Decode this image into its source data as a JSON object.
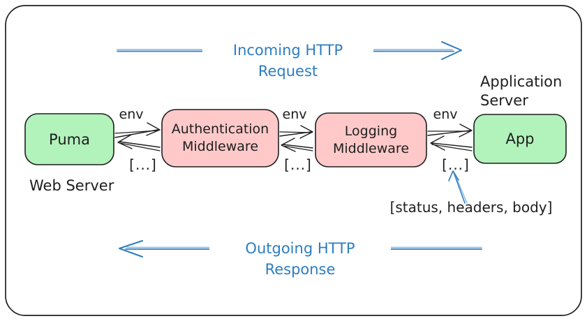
{
  "colors": {
    "stroke": "#1e1e1e",
    "green": "#b2f2bb",
    "pink": "#ffc9c9",
    "blue": "#2d7dc1",
    "blueLight": "#82b4e0"
  },
  "flow": {
    "incoming": "Incoming HTTP Request",
    "outgoing": "Outgoing HTTP Response"
  },
  "nodes": [
    {
      "id": "puma",
      "label": "Puma",
      "caption": "Web Server",
      "color": "#b2f2bb"
    },
    {
      "id": "auth-middleware",
      "label": "Authentication Middleware",
      "color": "#ffc9c9"
    },
    {
      "id": "logging-middleware",
      "label": "Logging Middleware",
      "color": "#ffc9c9"
    },
    {
      "id": "app",
      "label": "App",
      "caption": "Application Server",
      "color": "#b2f2bb"
    }
  ],
  "edges": [
    {
      "forward": "env",
      "back": "[...]"
    },
    {
      "forward": "env",
      "back": "[...]"
    },
    {
      "forward": "env",
      "back": "[...]"
    }
  ],
  "annotation": "[status, headers, body]"
}
